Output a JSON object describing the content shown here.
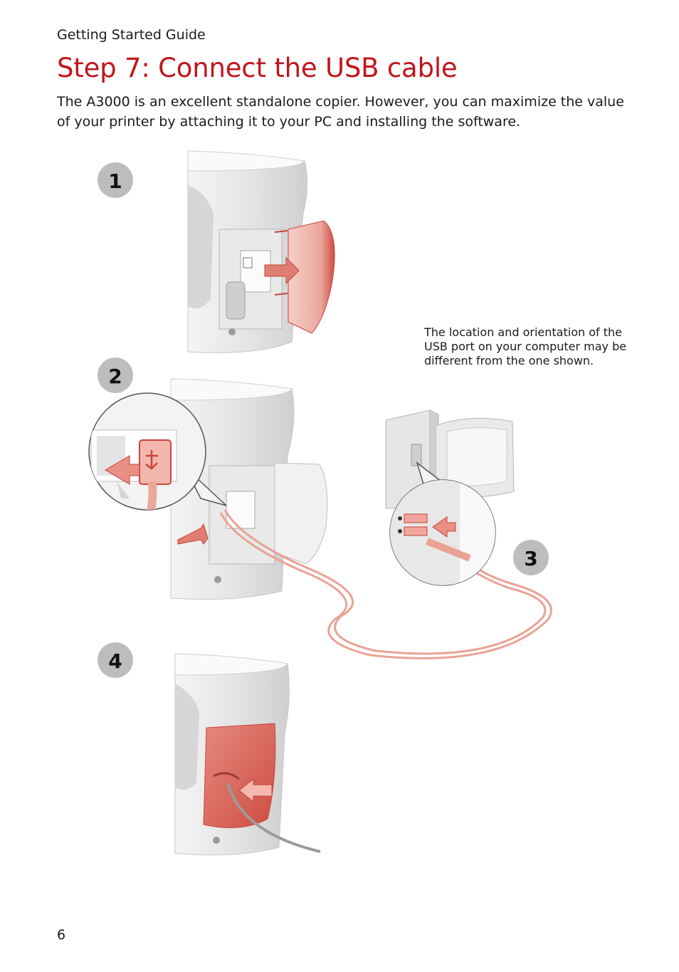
{
  "header": {
    "running_head": "Getting Started Guide"
  },
  "title": "Step 7: Connect the USB cable",
  "intro": "The A3000 is an excellent standalone copier. However, you can maximize the value of your printer by attaching it to your PC and installing the software.",
  "steps": [
    {
      "number": "1"
    },
    {
      "number": "2"
    },
    {
      "number": "3"
    },
    {
      "number": "4"
    }
  ],
  "note": "The location and orientation of the USB port on your computer may be different from the one shown.",
  "footer": {
    "page_number": "6"
  },
  "colors": {
    "title": "#c0161c",
    "accent": "#d9574f",
    "cable": "#eaa596",
    "badge": "#bdbdbd"
  }
}
